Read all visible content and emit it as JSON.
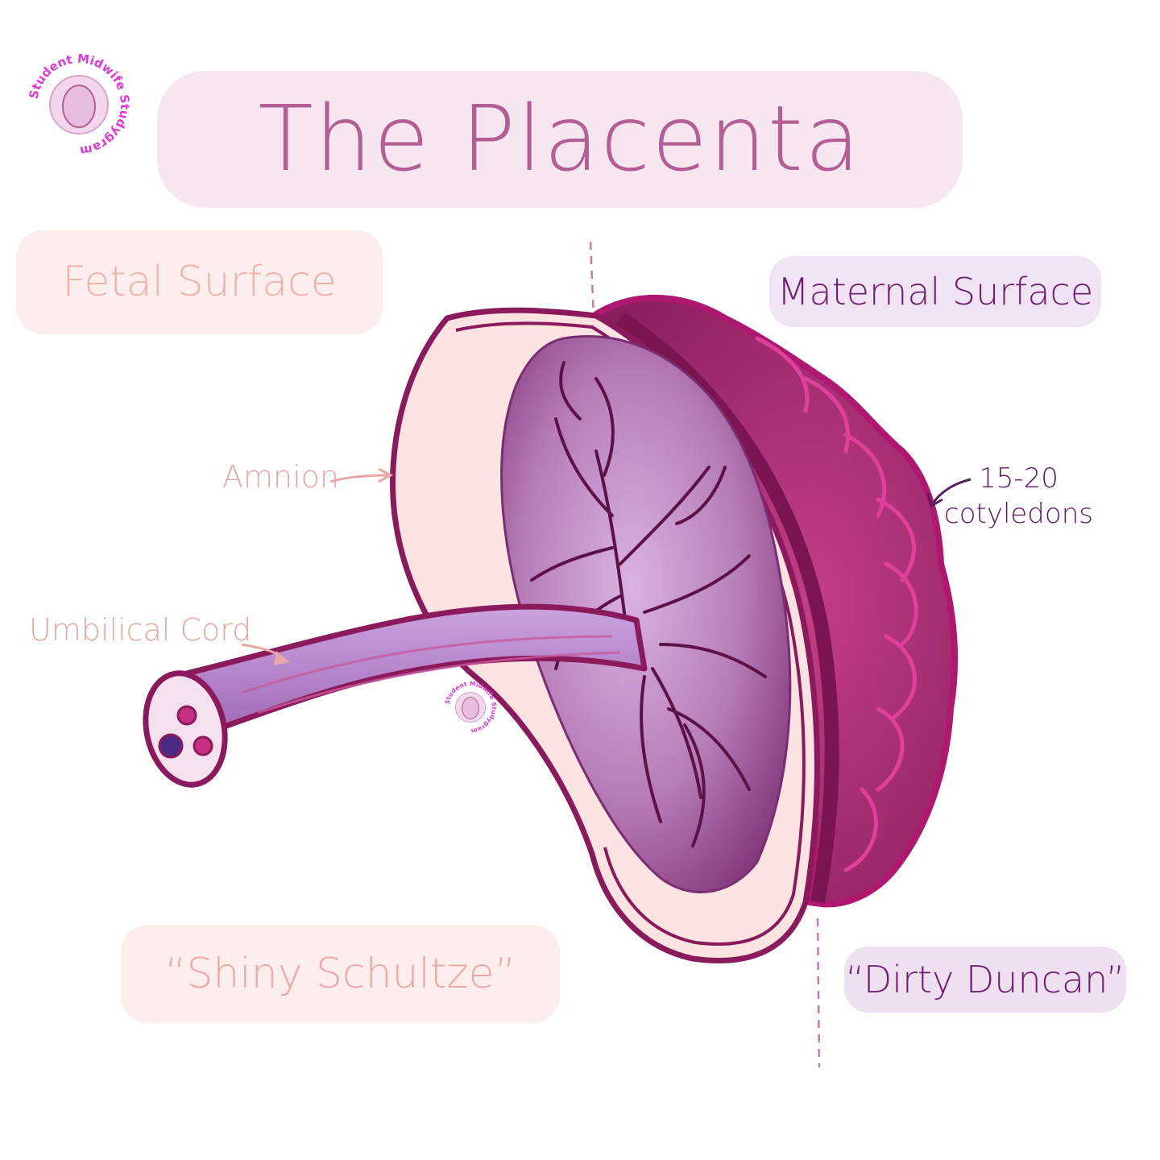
{
  "title": "The Placenta",
  "labels": {
    "fetal_surface": "Fetal Surface",
    "maternal_surface": "Maternal Surface",
    "fetal_nickname": "“Shiny Schultze”",
    "maternal_nickname": "“Dirty Duncan”",
    "amnion": "Amnion",
    "umbilical_cord": "Umbilical Cord",
    "cotyledons_count": "15-20",
    "cotyledons_word": "cotyledons"
  },
  "logo": {
    "text": "Student Midwife Studygram"
  },
  "colors": {
    "title": "#b35f95",
    "fetal_label": "#efb3ad",
    "maternal_label": "#6f1d6e",
    "outline": "#8a1a5c",
    "maternal_tissue": "#a8246e",
    "logo": "#e03ad6"
  }
}
